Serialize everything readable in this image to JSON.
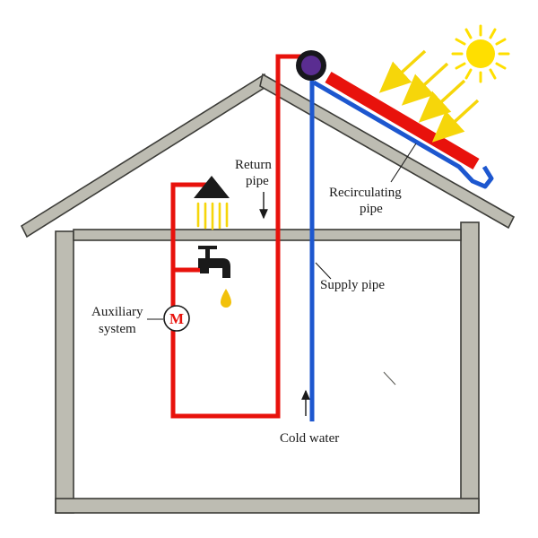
{
  "labels": {
    "return_pipe": {
      "line1": "Return",
      "line2": "pipe"
    },
    "recirculating_pipe": {
      "line1": "Recirculating",
      "line2": "pipe"
    },
    "supply_pipe": "Supply pipe",
    "cold_water": "Cold water",
    "auxiliary_system": {
      "line1": "Auxiliary",
      "line2": "system"
    },
    "aux_motor": "M"
  },
  "colors": {
    "red": "#e8120c",
    "blue": "#1d57cf",
    "yellow": "#f6d60a",
    "sun_yellow": "#ffdf00",
    "wall_gray": "#bdbcb2",
    "outline": "#3c3c38",
    "ink": "#1a1a1a",
    "tank_purple": "#5a2d91",
    "tank_ring": "#17171c",
    "drop_yellow": "#f2c10a"
  },
  "icons": {
    "sun": "sun-icon",
    "solar_collector": "collector-icon",
    "storage_tank": "tank-icon",
    "shower": "shower-icon",
    "faucet": "faucet-icon",
    "water_drop": "water-drop-icon",
    "auxiliary_motor": "aux-motor-icon"
  }
}
